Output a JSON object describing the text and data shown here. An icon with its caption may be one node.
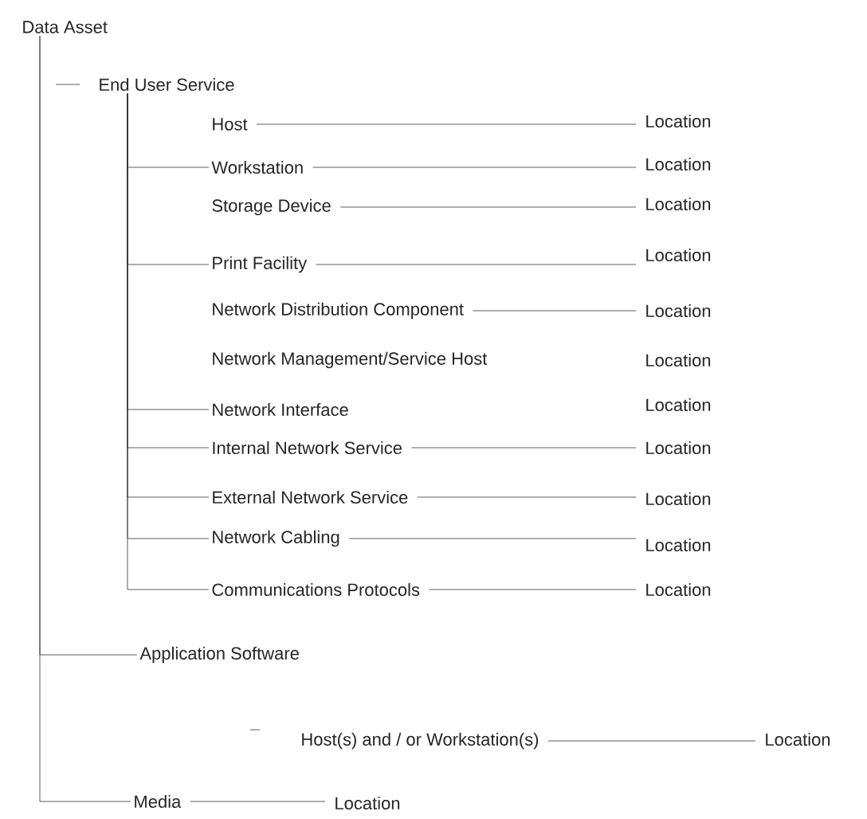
{
  "diagram": {
    "nodes": [
      {
        "text": [
          "Data Asset"
        ]
      },
      {
        "text": [
          "End User Service"
        ]
      },
      {
        "text": [
          "Host"
        ]
      },
      {
        "text": [
          "Workstation"
        ]
      },
      {
        "text": [
          "Storage Device"
        ]
      },
      {
        "text": [
          "Print Facility"
        ]
      },
      {
        "text": [
          "Network Distribution Component"
        ]
      },
      {
        "text": [
          "Network Management/Service Host"
        ]
      },
      {
        "text": [
          "Network Interface"
        ]
      },
      {
        "text": [
          "Internal Network Service"
        ]
      },
      {
        "text": [
          "External Network Service"
        ]
      },
      {
        "text": [
          "Network Cabling"
        ]
      },
      {
        "text": [
          "Communications Protocols"
        ]
      },
      {
        "text": [
          "Application Software"
        ]
      },
      {
        "text": [
          "Host(s) and / or Workstation(s)"
        ]
      },
      {
        "text": [
          "Media"
        ]
      },
      {
        "text": [
          "Location"
        ]
      },
      {
        "text": [
          "Location"
        ]
      },
      {
        "text": [
          "Location"
        ]
      },
      {
        "text": [
          "Location"
        ]
      },
      {
        "text": [
          "Location"
        ]
      },
      {
        "text": [
          "Location"
        ]
      },
      {
        "text": [
          "Location"
        ]
      },
      {
        "text": [
          "Location"
        ]
      },
      {
        "text": [
          "Location"
        ]
      },
      {
        "text": [
          "Location"
        ]
      },
      {
        "text": [
          "Location"
        ]
      }
    ],
    "edges": [
      {
        "from": 1,
        "to": 3,
        "arrow": "none"
      },
      {
        "from": 1,
        "to": 5,
        "arrow": "none"
      },
      {
        "from": 1,
        "to": 8,
        "arrow": "none"
      },
      {
        "from": 1,
        "to": 9,
        "arrow": "none"
      },
      {
        "from": 1,
        "to": 10,
        "arrow": "none"
      },
      {
        "from": 1,
        "to": 11,
        "arrow": "none"
      },
      {
        "from": 1,
        "to": 12,
        "arrow": "none"
      },
      {
        "from": 0,
        "to": 13,
        "arrow": "none"
      },
      {
        "from": 0,
        "to": 15,
        "arrow": "none"
      },
      {
        "from": 2,
        "to": 16,
        "arrow": "none"
      },
      {
        "from": 3,
        "to": 17,
        "arrow": "none"
      },
      {
        "from": 4,
        "to": 18,
        "arrow": "none"
      },
      {
        "from": 5,
        "to": 19,
        "arrow": "none"
      },
      {
        "from": 6,
        "to": 20,
        "arrow": "none"
      },
      {
        "from": 9,
        "to": 21,
        "arrow": "none"
      },
      {
        "from": 10,
        "to": 22,
        "arrow": "none"
      },
      {
        "from": 11,
        "to": 23,
        "arrow": "none"
      },
      {
        "from": 12,
        "to": 24,
        "arrow": "none"
      },
      {
        "from": 14,
        "to": 25,
        "arrow": "none"
      },
      {
        "from": 15,
        "to": 26,
        "arrow": "none"
      }
    ],
    "labels": [
      "Location",
      "Location"
    ]
  }
}
